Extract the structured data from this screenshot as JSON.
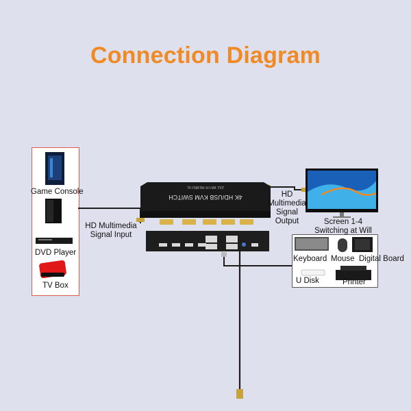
{
  "title": "Connection Diagram",
  "sources": {
    "game_console": "Game Console",
    "dvd_player": "DVD Player",
    "tv_box": "TV Box"
  },
  "input_label": {
    "line1": "HD Multimedia",
    "line2": "Signal Input"
  },
  "output_label": {
    "line1": "HD",
    "line2": "Multimedia",
    "line3": "Signal",
    "line4": "Output"
  },
  "screen_label": {
    "line1": "Screen 1-4",
    "line2": "Switching at Will"
  },
  "switch": {
    "top_text": "4K HD/USB KVM SWITCH",
    "sub_text": "2x1 WITH REMOTE"
  },
  "peripherals": {
    "keyboard": "Keyboard",
    "mouse": "Mouse",
    "digital_board": "Digital Board",
    "u_disk": "U Disk",
    "printer": "Printer"
  },
  "colors": {
    "title": "#f08a24",
    "background": "#dfe0ee",
    "source_border": "#e05a4e",
    "cable_tip": "#c9a23a"
  }
}
